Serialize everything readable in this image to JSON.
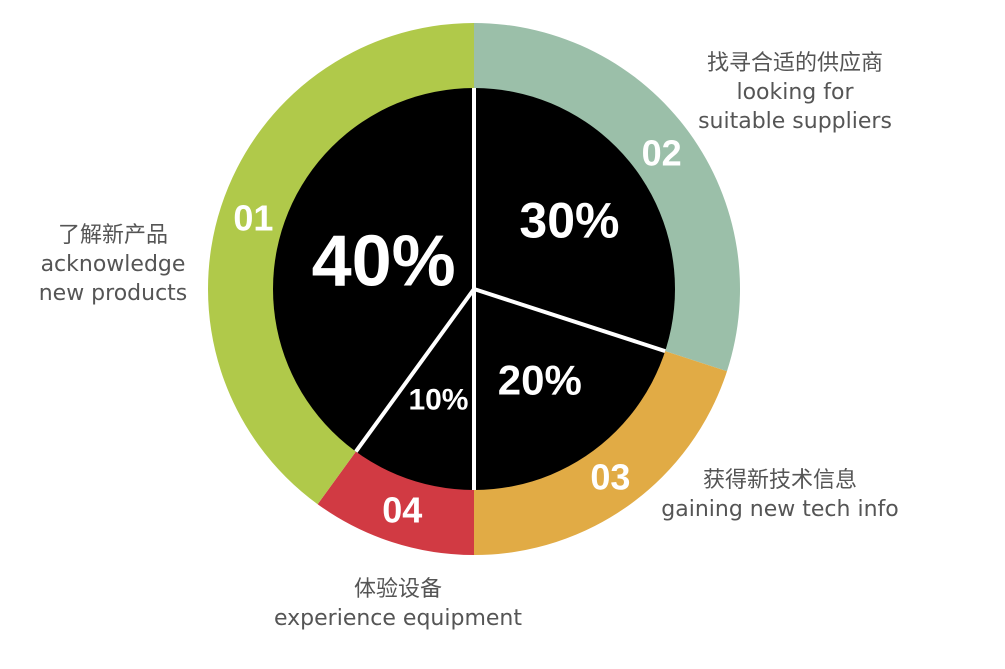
{
  "chart_data": {
    "type": "pie",
    "colors": {
      "inner": "#000000",
      "divider": "#ffffff",
      "label_text": "#555555"
    },
    "slices": [
      {
        "index": "01",
        "value": 40,
        "percent_label": "40%",
        "label_cn": "了解新产品",
        "label_en_line1": "acknowledge",
        "label_en_line2": "new products",
        "color": "#b0c94a"
      },
      {
        "index": "02",
        "value": 30,
        "percent_label": "30%",
        "label_cn": "找寻合适的供应商",
        "label_en_line1": "looking for",
        "label_en_line2": "suitable suppliers",
        "color": "#9bbfa9"
      },
      {
        "index": "03",
        "value": 20,
        "percent_label": "20%",
        "label_cn": "获得新技术信息",
        "label_en_line1": "gaining new tech info",
        "label_en_line2": "",
        "color": "#e1ab45"
      },
      {
        "index": "04",
        "value": 10,
        "percent_label": "10%",
        "label_cn": "体验设备",
        "label_en_line1": "experience equipment",
        "label_en_line2": "",
        "color": "#d13a43"
      }
    ]
  }
}
